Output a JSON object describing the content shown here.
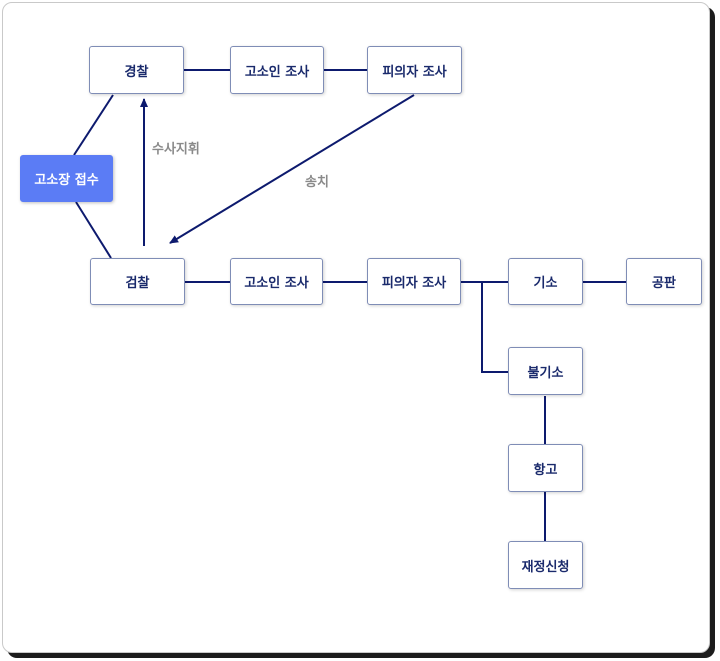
{
  "colors": {
    "line": "#0d1a6e",
    "node_border": "#7f8db6",
    "node_text": "#1a2a6c",
    "start_fill": "#5b7cf5",
    "edge_label": "#8a8a8a"
  },
  "nodes": {
    "complaint": "고소장 접수",
    "police": "경찰",
    "police_complainant": "고소인 조사",
    "police_suspect": "피의자 조사",
    "prosecution": "검찰",
    "pros_complainant": "고소인 조사",
    "pros_suspect": "피의자 조사",
    "indictment": "기소",
    "trial": "공판",
    "non_indictment": "불기소",
    "appeal": "항고",
    "adjudication": "재정신청"
  },
  "edge_labels": {
    "direction": "수사지휘",
    "transfer": "송치"
  }
}
